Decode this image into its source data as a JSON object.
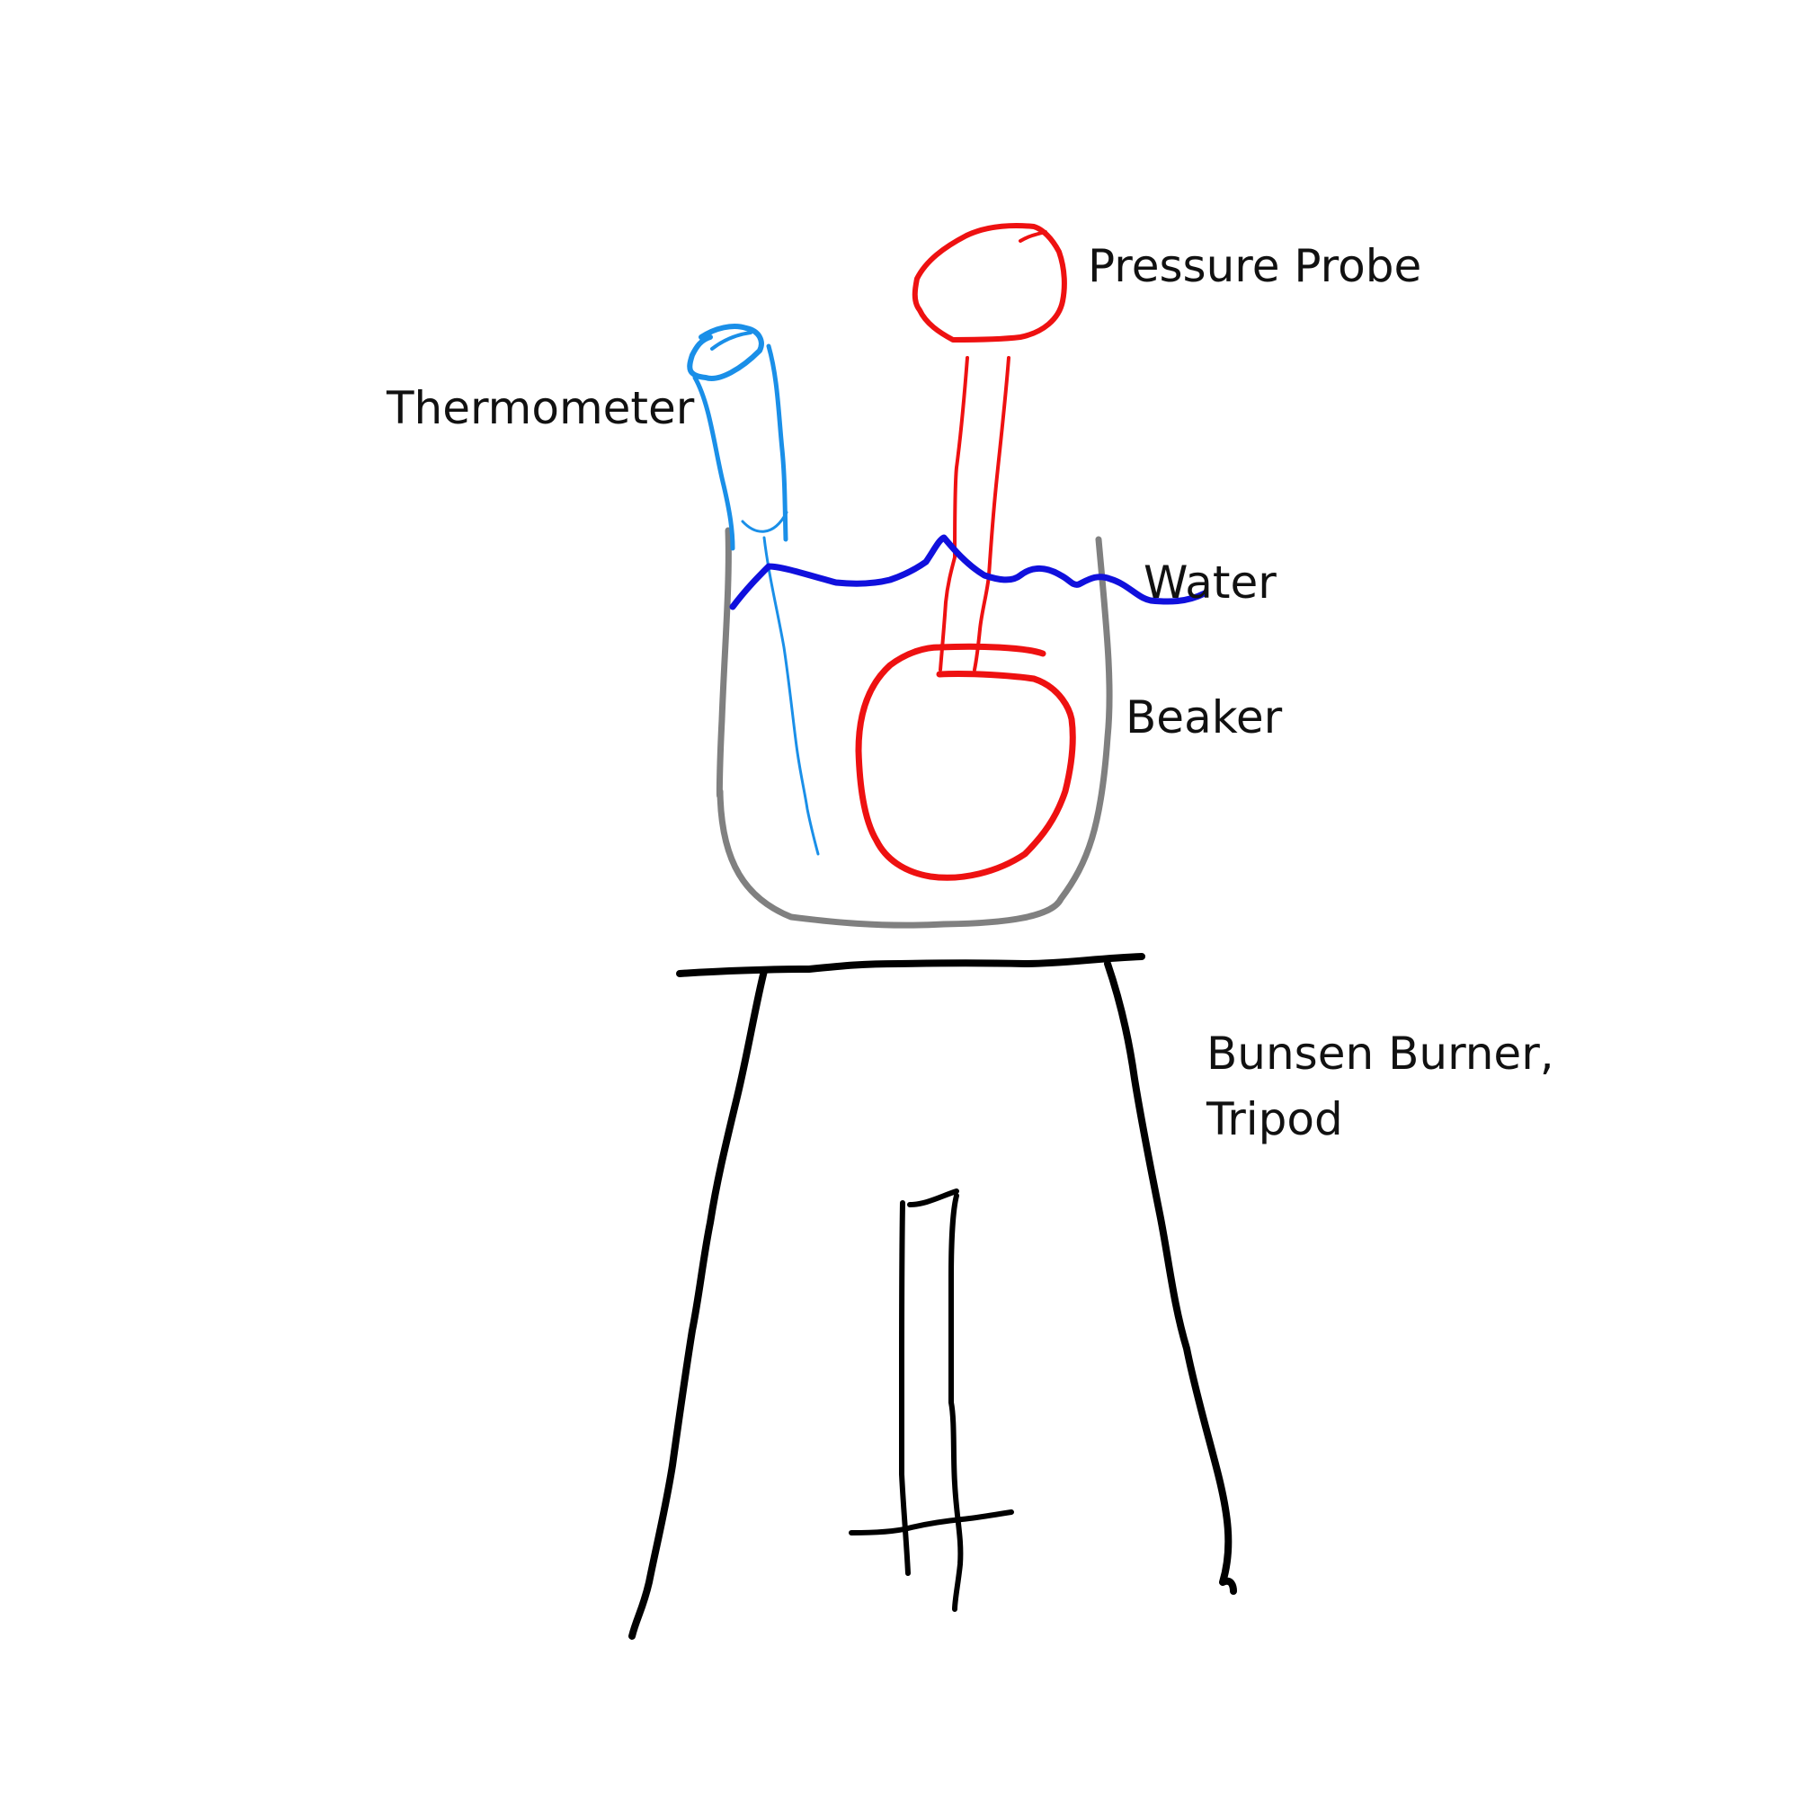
{
  "labels": {
    "pressure_probe": "Pressure Probe",
    "thermometer": "Thermometer",
    "water": "Water",
    "beaker": "Beaker",
    "bunsen_burner_line1": "Bunsen Burner,",
    "bunsen_burner_line2": "Tripod"
  },
  "colors": {
    "pressure_probe": "#ee1111",
    "thermometer": "#1a8fe8",
    "water": "#1010dd",
    "beaker": "#808080",
    "tripod": "#000000",
    "text": "#111111"
  }
}
